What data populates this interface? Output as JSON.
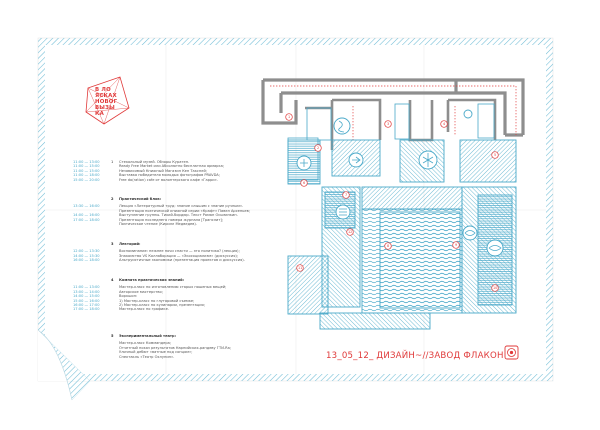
{
  "logo": {
    "lines": [
      "В ЛО",
      "ЯСКАХ",
      "НОВОГ",
      "ВЫЗЫ",
      "КА"
    ]
  },
  "event": {
    "title": "13_05_12_ ДИЗАЙН~//ЗАВОД ФЛАКОН"
  },
  "colors": {
    "accent_blue": "#4aa9c9",
    "accent_red": "#e03a3a",
    "wall": "#8e8e8e"
  },
  "schedule": {
    "block1": {
      "rows": [
        {
          "time": "11:00 — 13:00",
          "num": "1",
          "text": "Стекольный музей. Обзоры Куратеп."
        },
        {
          "time": "11:00 — 15:00",
          "num": "",
          "text": "Ready Free Market или Абсолютно бесплатная ярмарка;"
        },
        {
          "time": "11:00 — 15:00",
          "num": "",
          "text": "Независимый Книжный Магазин Кен Таксней;"
        },
        {
          "time": "11:00 — 18:00",
          "num": "",
          "text": "Выставка победителя молодых фотографов PRAVDA;"
        },
        {
          "time": "15:00 — 20:00",
          "num": "",
          "text": "Free do(ration) cafe от волонтерского кафе «Гарри»."
        }
      ]
    },
    "block2": {
      "num": "2",
      "title": "Практический блок:",
      "rows": [
        {
          "time": "13:30 — 16:00",
          "text": "Лекция «Литературный труд: знание слышим с знание ручным»."
        },
        {
          "time": "",
          "text": "Презентация поэтической книжной серии «Крафт» Павел Арсеньев;"
        },
        {
          "time": "14:00 — 16:00",
          "text": "Выступление группы. Тихий-бордюр. Текст Роман Осьминкин."
        },
        {
          "time": "17:00 — 18:00",
          "text": "Презентация последнего номера журнала [Транслит];"
        },
        {
          "time": "",
          "text": "Поэтическое чтение (Кирилл Медведев)."
        }
      ]
    },
    "block3": {
      "num": "3",
      "title": "Лекторий:",
      "rows": [
        {
          "time": "12:00 — 13:30",
          "text": "Воспоминание: нежнее ночи спасти — это политика? (лекция);"
        },
        {
          "time": "14:00 — 15:30",
          "text": "Знакомство VS Коллаборация — «Экосоциализм» (дискуссия);"
        },
        {
          "time": "16:00 — 18:00",
          "text": "Альтруистичные экономики (презентация проектов и дискуссия)."
        }
      ]
    },
    "block4": {
      "num": "4",
      "title": "Комната практических знаний:",
      "rows": [
        {
          "time": "11:00 — 13:00",
          "text": "Мастер-класс по изготовлению старых ношеных вещей;"
        },
        {
          "time": "13:00 — 14:00",
          "text": "Авторское мастерство;"
        },
        {
          "time": "14:00 — 15:00",
          "text": "Воркшоп:"
        },
        {
          "time": "15:00 — 16:00",
          "text": "1) Мастер-класс по глутаровой съемке;"
        },
        {
          "time": "16:00 — 17:00",
          "text": "2) Мастер-класс по кулинарии, презентация;"
        },
        {
          "time": "17:00 — 18:00",
          "text": "Мастер-класс по графике."
        }
      ]
    },
    "block5": {
      "num": "5",
      "title": "Экспериментальный театр:",
      "rows": [
        {
          "time": "",
          "text": "Мастер-класс Коммандера;"
        },
        {
          "time": "",
          "text": "Отчетный показ результатов Нарнийских-рандеву ГТИ-Ra;"
        },
        {
          "time": "",
          "text": "Уличный дебют «ватные под сонцом»;"
        },
        {
          "time": "",
          "text": "Спектакль «Театр Охлупин»."
        }
      ]
    }
  },
  "map": {
    "rooms": [
      "1",
      "2",
      "3",
      "4",
      "5",
      "6",
      "7",
      "8",
      "9",
      "10",
      "11",
      "12"
    ]
  }
}
